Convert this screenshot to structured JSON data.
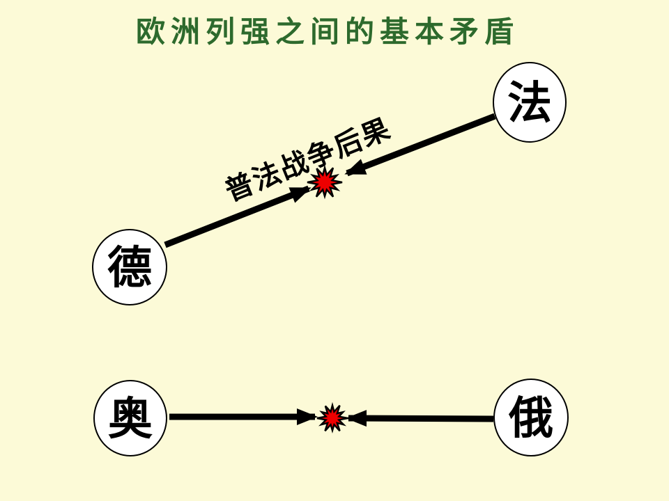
{
  "slide": {
    "title": "欧洲列强之间的基本矛盾",
    "arrow_label": "普法战争后果",
    "nodes": {
      "france": "法",
      "germany": "德",
      "austria": "奥",
      "russia": "俄"
    },
    "colors": {
      "background": "#FCFAD7",
      "title": "#2D6A2D",
      "burst_fill": "#EE0000",
      "node_fill": "#FFFFFF",
      "stroke": "#000000"
    }
  }
}
